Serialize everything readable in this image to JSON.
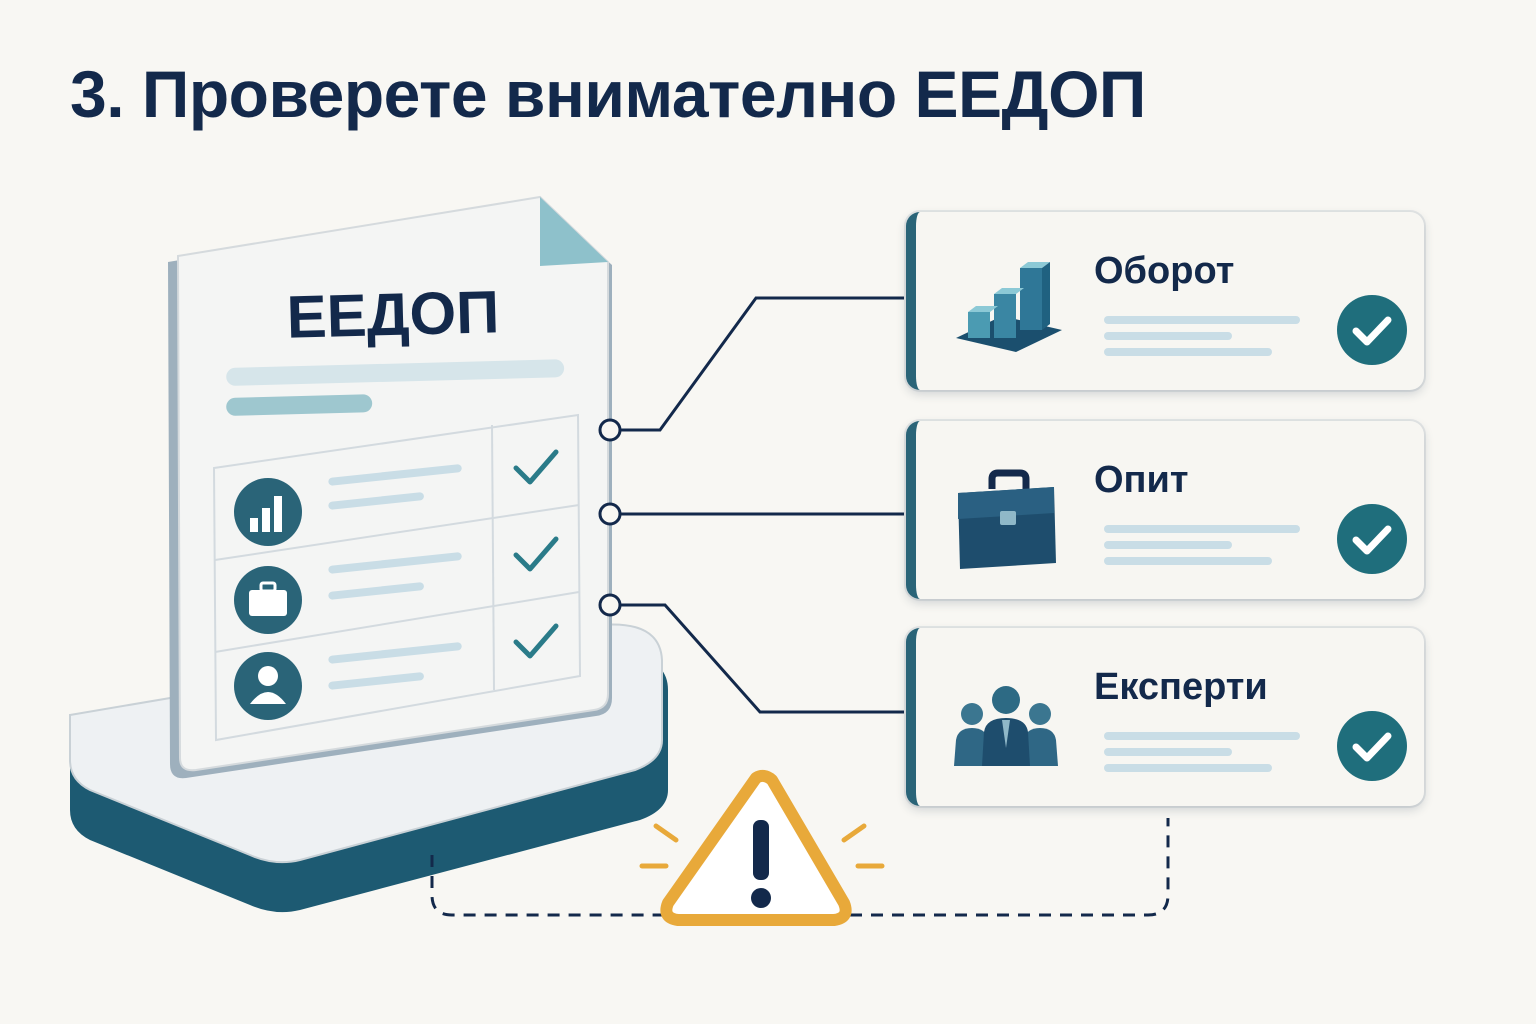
{
  "title": "3. Проверете внимателно ЕЕДОП",
  "document": {
    "title": "ЕЕДОП"
  },
  "cards": [
    {
      "label": "Оборот",
      "icon": "bar-chart-icon",
      "status": "check"
    },
    {
      "label": "Опит",
      "icon": "briefcase-icon",
      "status": "check"
    },
    {
      "label": "Експерти",
      "icon": "people-icon",
      "status": "check"
    }
  ],
  "warning": {
    "icon": "warning-icon"
  },
  "colors": {
    "navy": "#13294b",
    "teal": "#2a6478",
    "accent": "#e8a93a"
  }
}
